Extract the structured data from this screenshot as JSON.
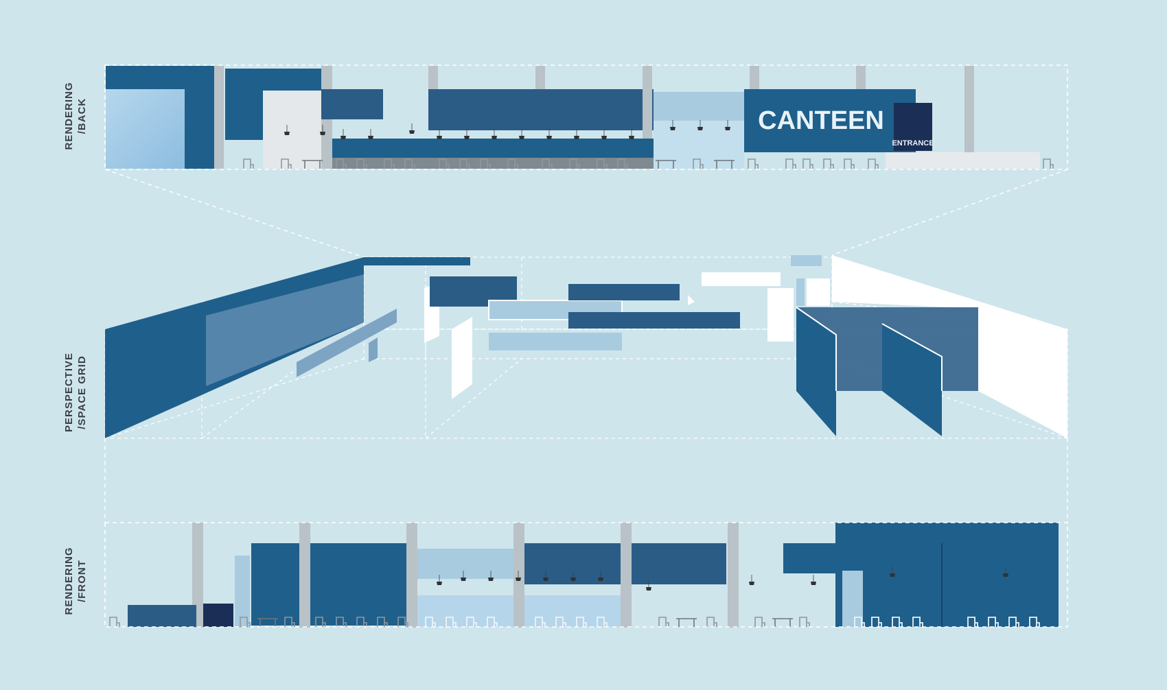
{
  "labels": {
    "back": {
      "line1": "RENDERING",
      "line2": "/BACK"
    },
    "perspective": {
      "line1": "PERSPECTIVE",
      "line2": "/SPACE GRID"
    },
    "front": {
      "line1": "RENDERING",
      "line2": "/FRONT"
    }
  },
  "signage": {
    "canteen": "CANTEEN",
    "entrance": "ENTRANCE"
  },
  "colors": {
    "background": "#cfe5ec",
    "dark_blue": "#1f5f8b",
    "navy": "#1b2e55",
    "mid_blue": "#2b5c86",
    "light_blue": "#a9cbe0",
    "column_gray": "#b9c2c7",
    "dashed_line": "#ffffff"
  }
}
